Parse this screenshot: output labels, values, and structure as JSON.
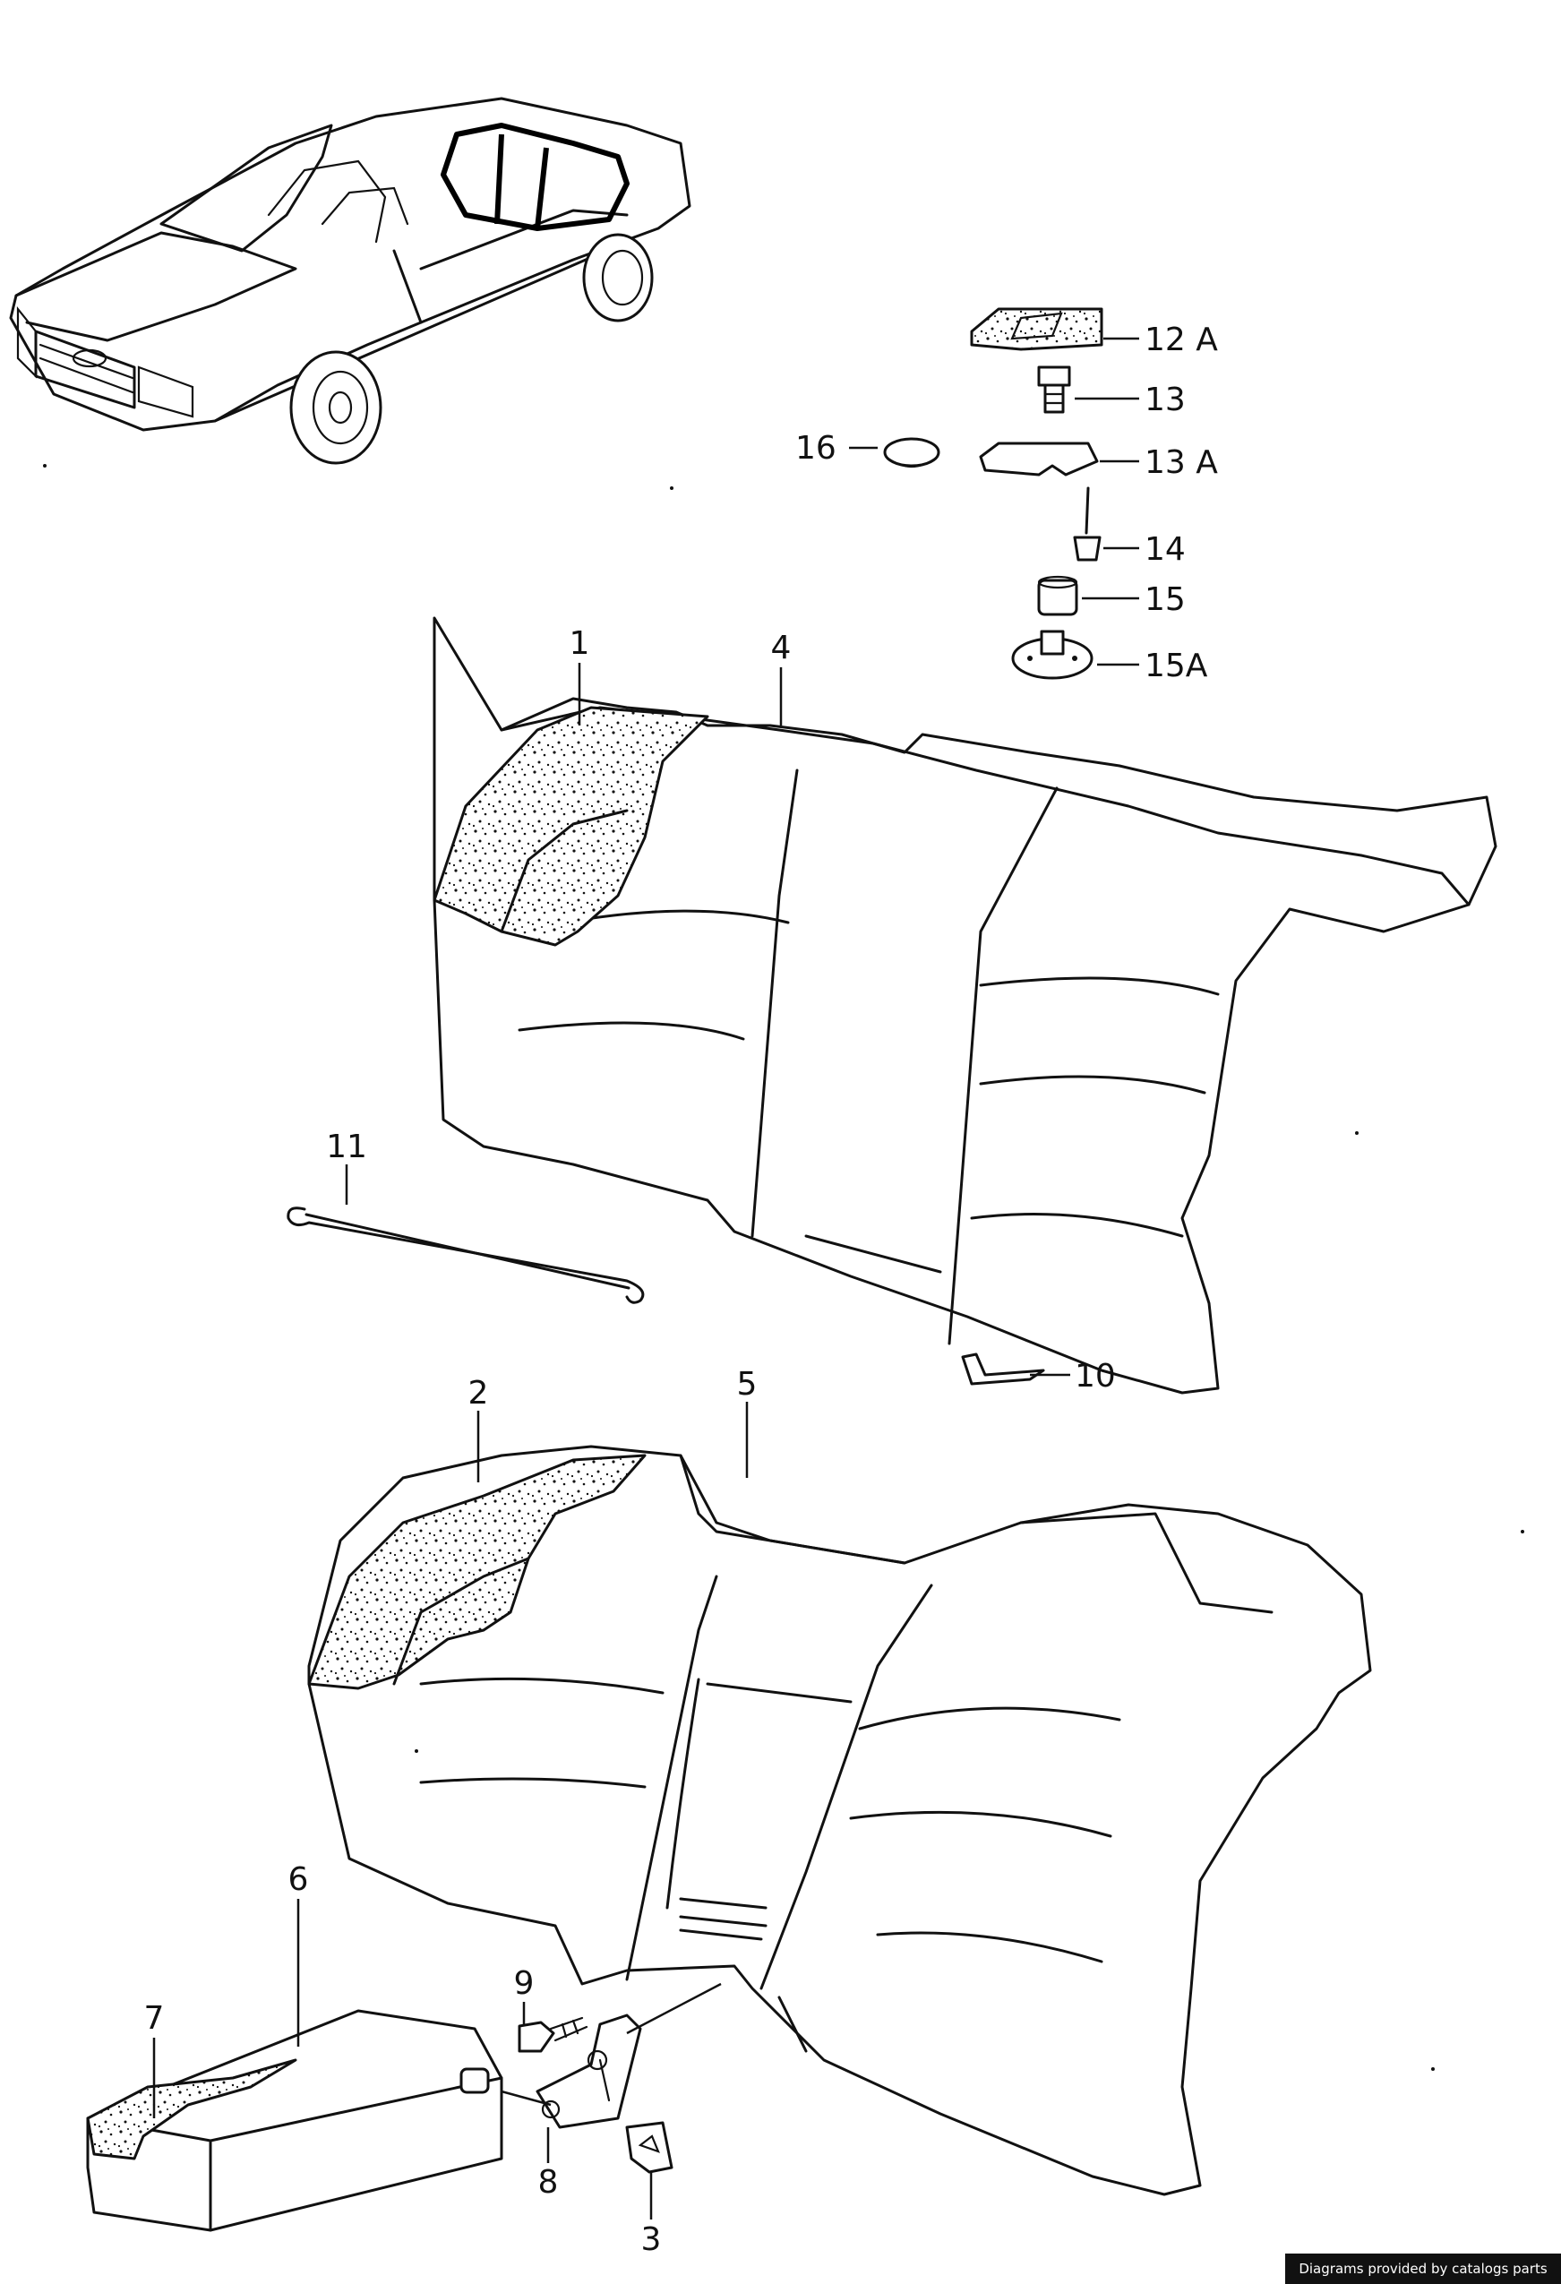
{
  "callouts": {
    "c1": "1",
    "c2": "2",
    "c3": "3",
    "c4": "4",
    "c5": "5",
    "c6": "6",
    "c7": "7",
    "c8": "8",
    "c9": "9",
    "c10": "10",
    "c11": "11",
    "c12a": "12 A",
    "c13": "13",
    "c13a": "13 A",
    "c14": "14",
    "c15": "15",
    "c15a": "15A",
    "c16": "16"
  },
  "footer": {
    "credit": "Diagrams provided by catalogs parts"
  },
  "colors": {
    "ink": "#111111",
    "paper": "#ffffff",
    "credit_bg": "#111111"
  }
}
